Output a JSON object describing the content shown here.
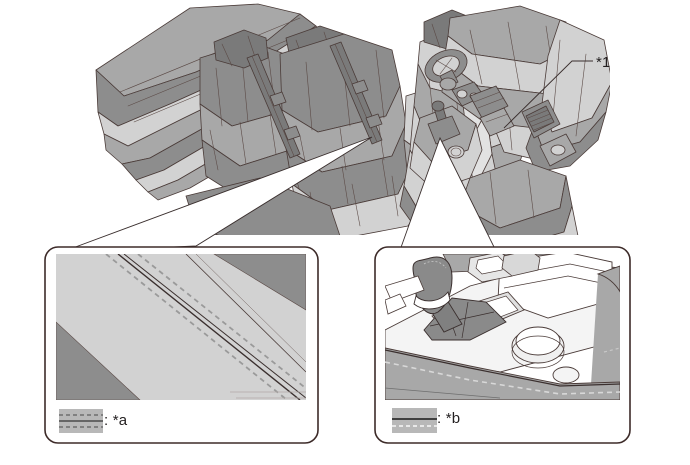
{
  "figure": {
    "type": "technical-illustration",
    "subject": "vehicle-interior-cutaway",
    "callouts": [
      {
        "id": "star1",
        "label": "*1",
        "target": "front-door-trim"
      }
    ],
    "detail_boxes": [
      {
        "id": "detail-a",
        "subject": "seat-belt-webbing",
        "legend": {
          "marker": "swatch-dashed-pair",
          "text": ": *a"
        }
      },
      {
        "id": "detail-b",
        "subject": "shift-lever-console",
        "legend": {
          "marker": "swatch-solid-dashed",
          "text": ": *b"
        }
      }
    ]
  },
  "colors": {
    "line": "#3a2f2e",
    "outline": "#4a3b38",
    "panel_light": "#d2d2d2",
    "panel_mid": "#a8a8a8",
    "panel_dark": "#8d8d8d",
    "panel_darker": "#7a7a7a",
    "white": "#ffffff",
    "text": "#231f20",
    "box_border": "#3d2b29"
  }
}
